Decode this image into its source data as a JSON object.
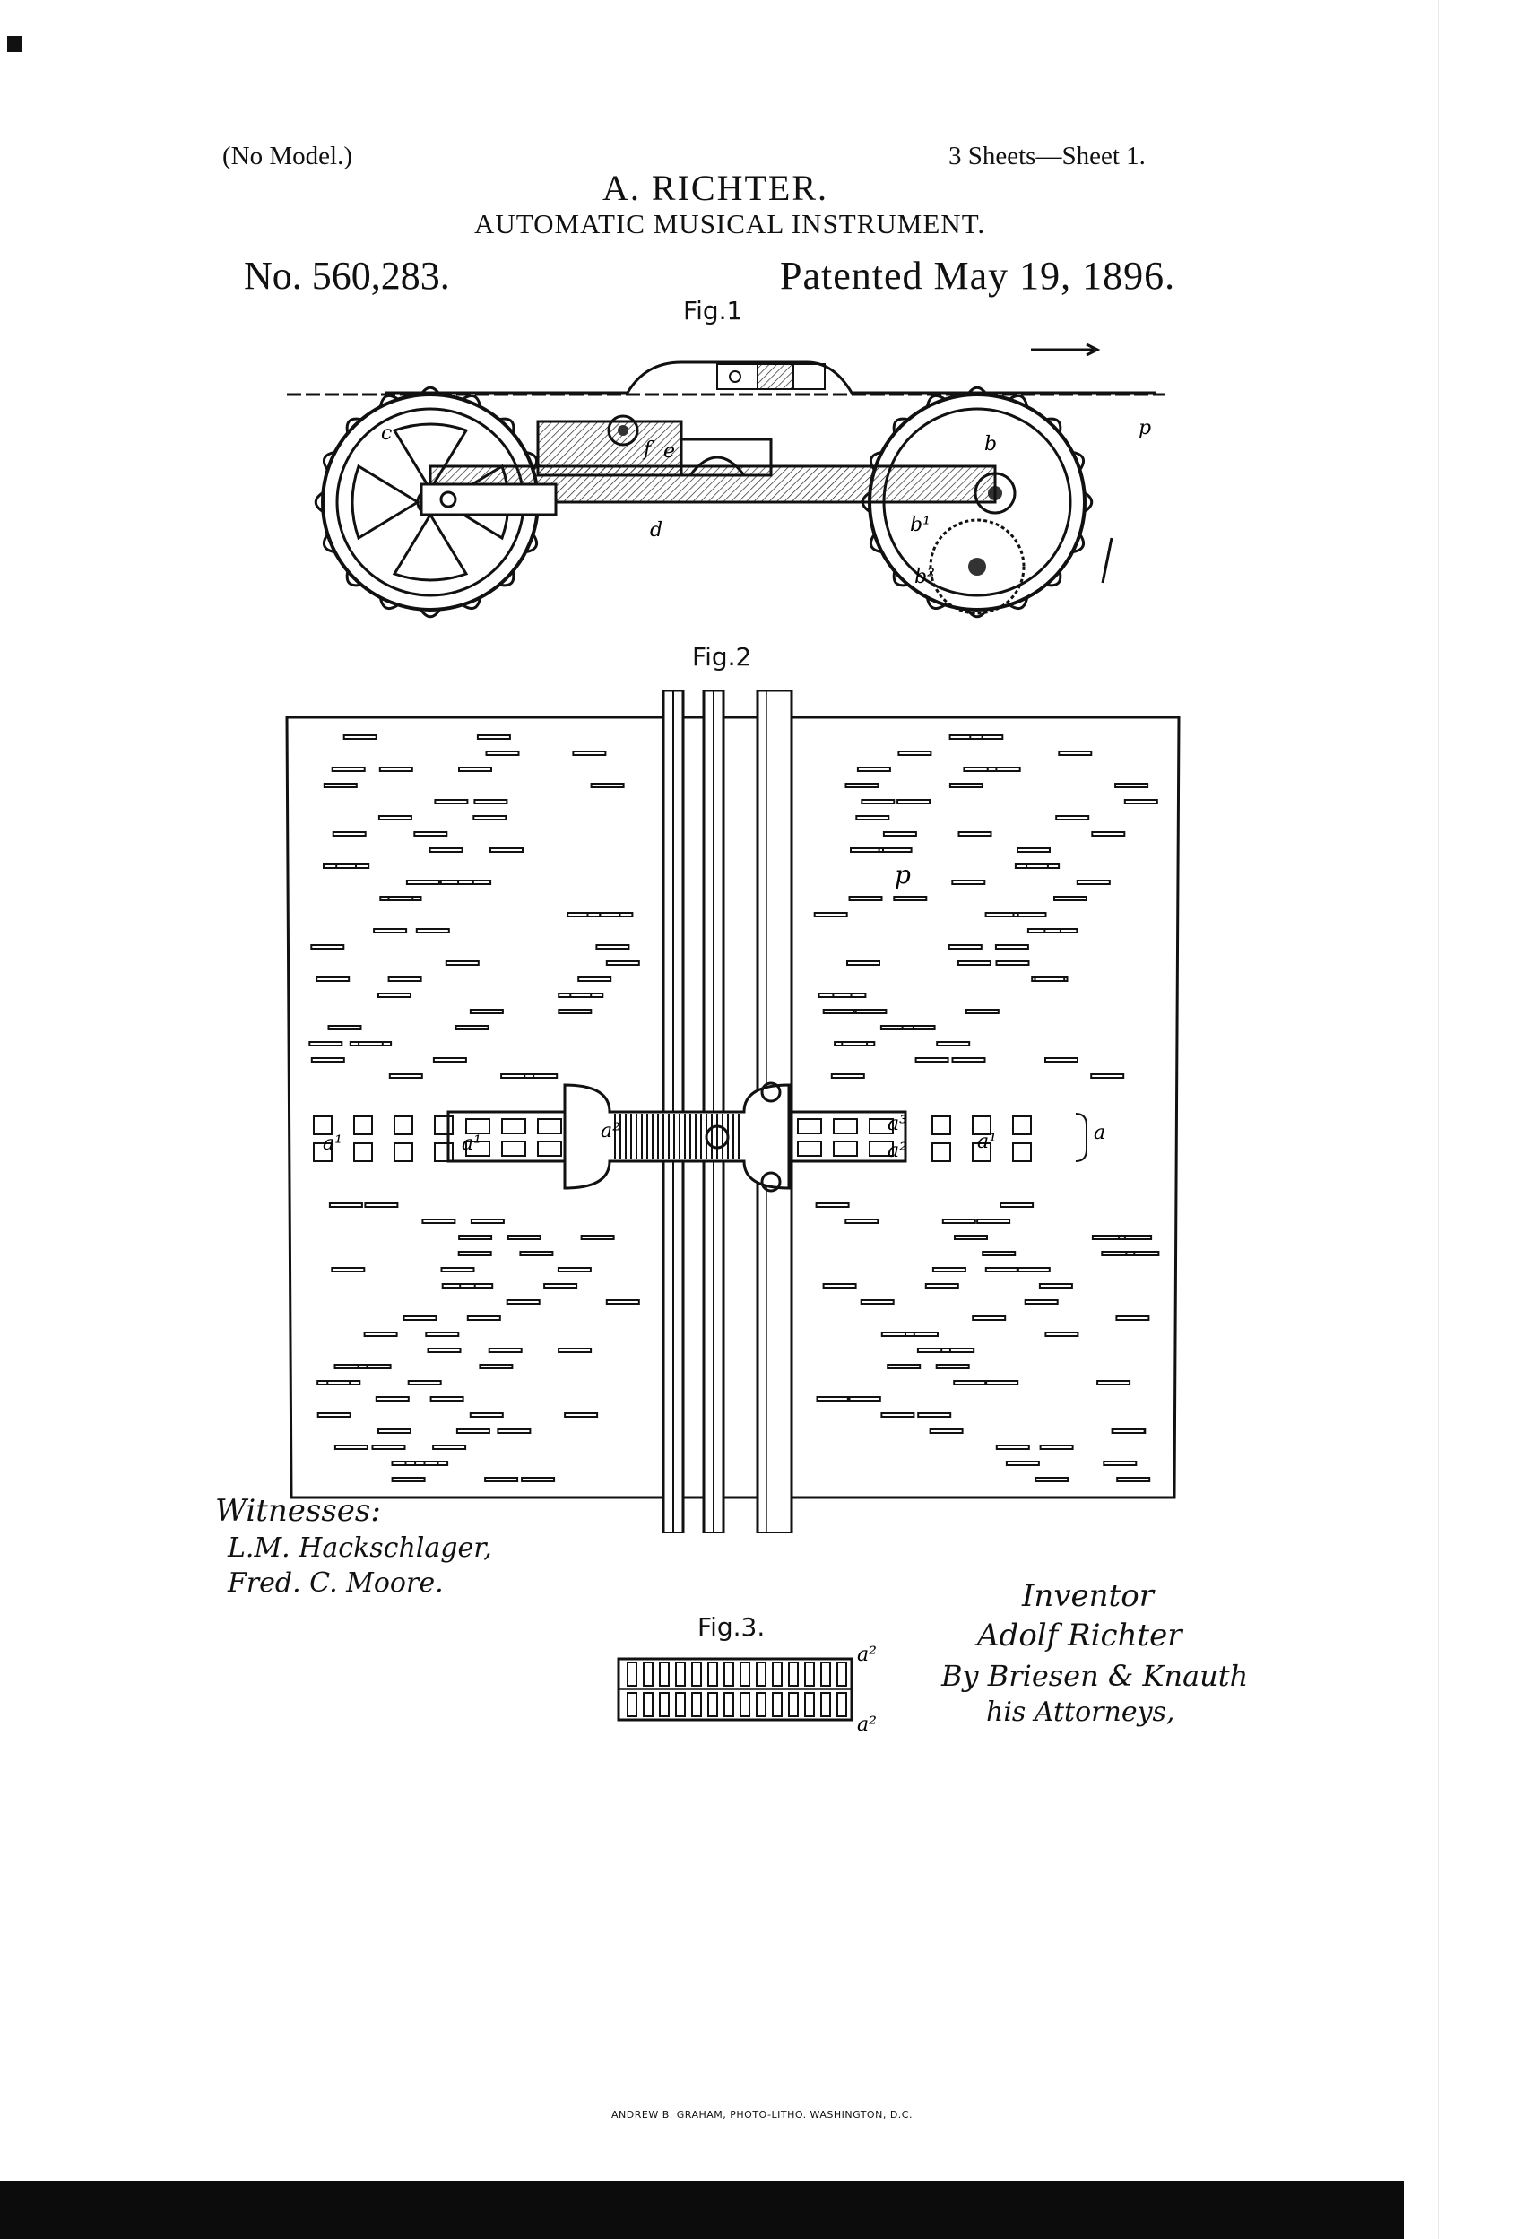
{
  "header": {
    "no_model": "(No Model.)",
    "sheets": "3 Sheets—Sheet 1.",
    "inventor": "A. RICHTER.",
    "title": "AUTOMATIC MUSICAL INSTRUMENT.",
    "patent_number": "No. 560,283.",
    "patent_date": "Patented May 19, 1896."
  },
  "figures": {
    "fig1": {
      "label": "Fig.1",
      "refs": {
        "c": "c",
        "e": "e",
        "f": "f",
        "b": "b",
        "d": "d",
        "b1": "b¹",
        "b2": "b²",
        "p": "p"
      }
    },
    "fig2": {
      "label": "Fig.2",
      "refs": {
        "p": "p",
        "a": "a",
        "a1": "a¹",
        "a2": "a²",
        "a3": "a³"
      }
    },
    "fig3": {
      "label": "Fig.3.",
      "refs": {
        "a2_top": "a²",
        "a2_bottom": "a²"
      }
    }
  },
  "signatures": {
    "witnesses_heading": "Witnesses:",
    "witness_1": "L.M. Hackschlager,",
    "witness_2": "Fred. C. Moore.",
    "inventor_heading": "Inventor",
    "inventor_signature": "Adolf Richter",
    "attorney_line": "By Briesen & Knauth",
    "attorney_sub": "his Attorneys,"
  },
  "footer": {
    "printer": "ANDREW B. GRAHAM, PHOTO-LITHO. WASHINGTON, D.C."
  }
}
